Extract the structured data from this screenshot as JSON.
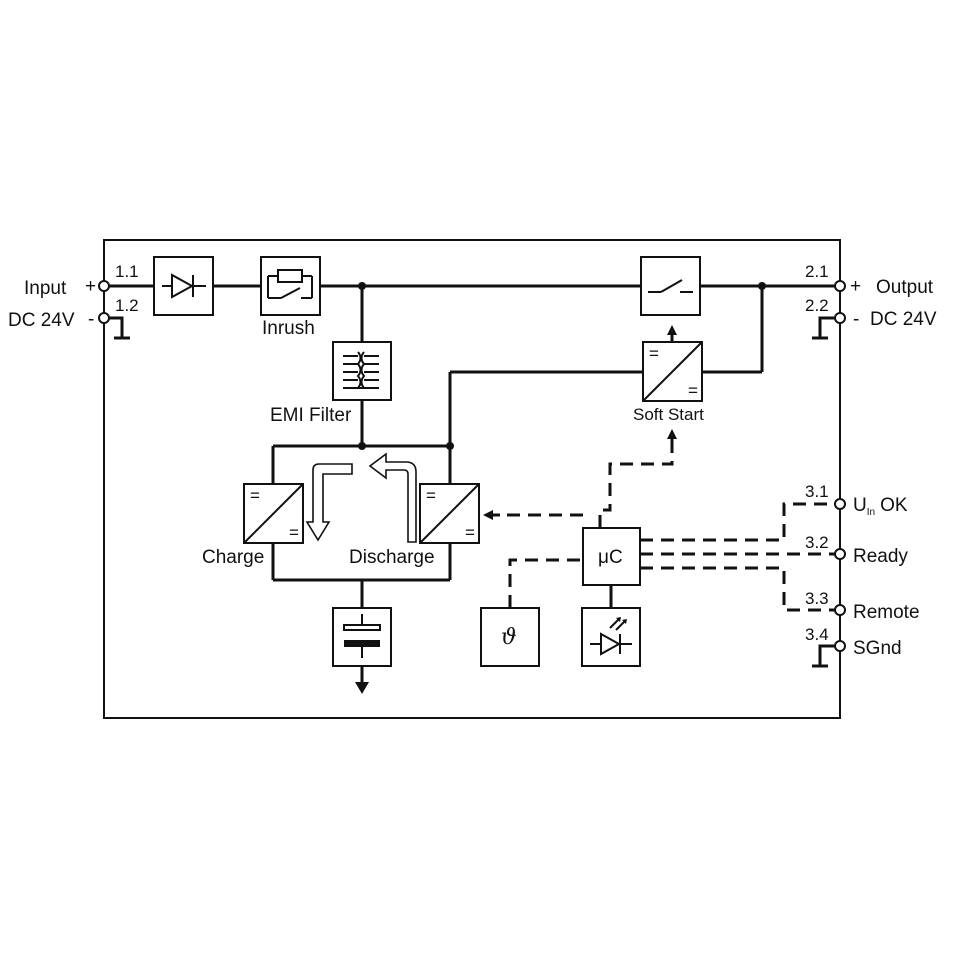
{
  "left_terminals": {
    "input_label": "Input",
    "input_sign": "+",
    "dc_label": "DC 24V",
    "dc_sign": "-",
    "pin_1_1": "1.1",
    "pin_1_2": "1.2"
  },
  "right_terminals": {
    "output_label": "Output",
    "output_sign": "+",
    "dc_label": "DC 24V",
    "dc_sign": "-",
    "pin_2_1": "2.1",
    "pin_2_2": "2.2"
  },
  "signal_terminals": {
    "pin_3_1": "3.1",
    "pin_3_2": "3.2",
    "pin_3_3": "3.3",
    "pin_3_4": "3.4",
    "uin_main": "U",
    "uin_sub": "In",
    "uin_ok": "OK",
    "ready": "Ready",
    "remote": "Remote",
    "sgnd": "SGnd"
  },
  "blocks": {
    "inrush": "Inrush",
    "emi_filter": "EMI Filter",
    "soft_start": "Soft Start",
    "charge": "Charge",
    "discharge": "Discharge",
    "mcu": "μC",
    "temp_symbol": "ϑ",
    "converter_eq": "="
  }
}
